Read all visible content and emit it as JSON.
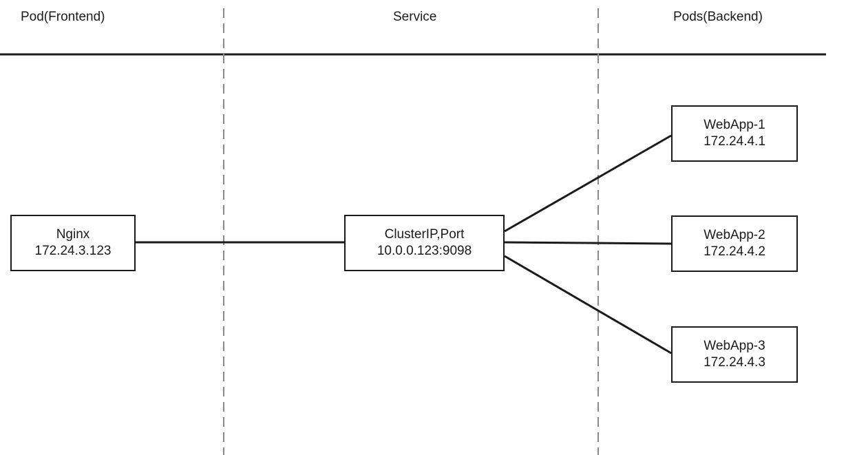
{
  "headers": {
    "frontend": "Pod(Frontend)",
    "service": "Service",
    "backend": "Pods(Backend)"
  },
  "nodes": {
    "nginx": {
      "name": "Nginx",
      "address": "172.24.3.123"
    },
    "service": {
      "name": "ClusterIP,Port",
      "address": "10.0.0.123:9098"
    },
    "webapp_1": {
      "name": "WebApp-1",
      "address": "172.24.4.1"
    },
    "webapp_2": {
      "name": "WebApp-2",
      "address": "172.24.4.2"
    },
    "webapp_3": {
      "name": "WebApp-3",
      "address": "172.24.4.3"
    }
  },
  "colors": {
    "line": "#1a1a1a",
    "divider": "#888888",
    "background": "#ffffff"
  }
}
